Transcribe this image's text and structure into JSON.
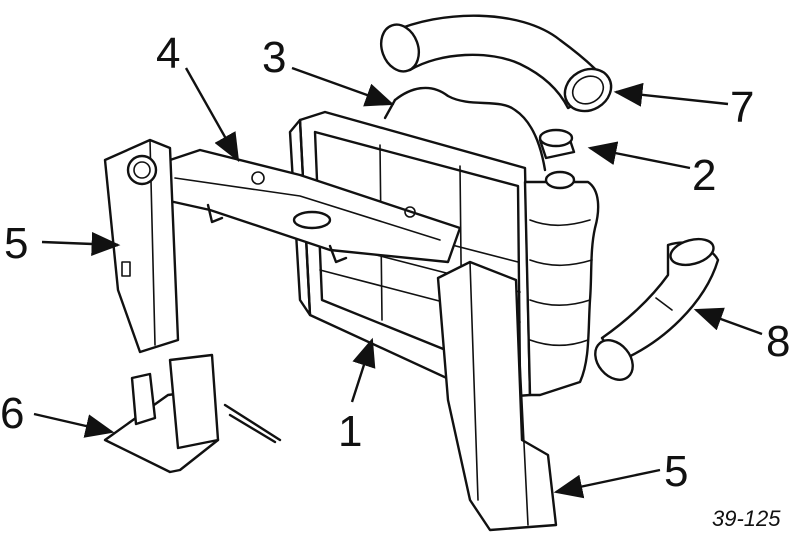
{
  "figure": {
    "reference_number": "39-125",
    "callouts": [
      {
        "id": "c1",
        "label": "1"
      },
      {
        "id": "c2",
        "label": "2"
      },
      {
        "id": "c3",
        "label": "3"
      },
      {
        "id": "c4",
        "label": "4"
      },
      {
        "id": "c5a",
        "label": "5"
      },
      {
        "id": "c5b",
        "label": "5"
      },
      {
        "id": "c6",
        "label": "6"
      },
      {
        "id": "c7",
        "label": "7"
      },
      {
        "id": "c8",
        "label": "8"
      }
    ]
  }
}
